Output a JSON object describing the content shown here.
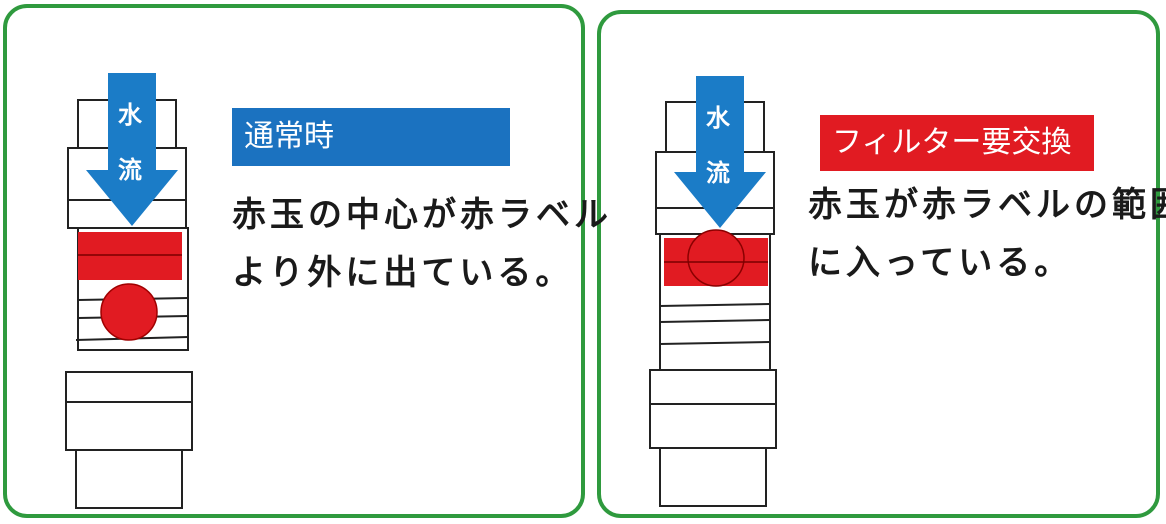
{
  "colors": {
    "border": "#2f9a3e",
    "arrow": "#1b7cc7",
    "red": "#e11b22",
    "tag_normal": "#1b72c0",
    "tag_replace": "#e11b22"
  },
  "left_panel": {
    "tag": "通常時",
    "arrow_chars": [
      "水",
      "流"
    ],
    "description_lines": [
      "赤玉の中心が赤ラベル",
      "より外に出ている。"
    ]
  },
  "right_panel": {
    "tag": "フィルター要交換",
    "arrow_chars": [
      "水",
      "流"
    ],
    "description_lines": [
      "赤玉が赤ラベルの範囲",
      "に入っている。"
    ]
  }
}
